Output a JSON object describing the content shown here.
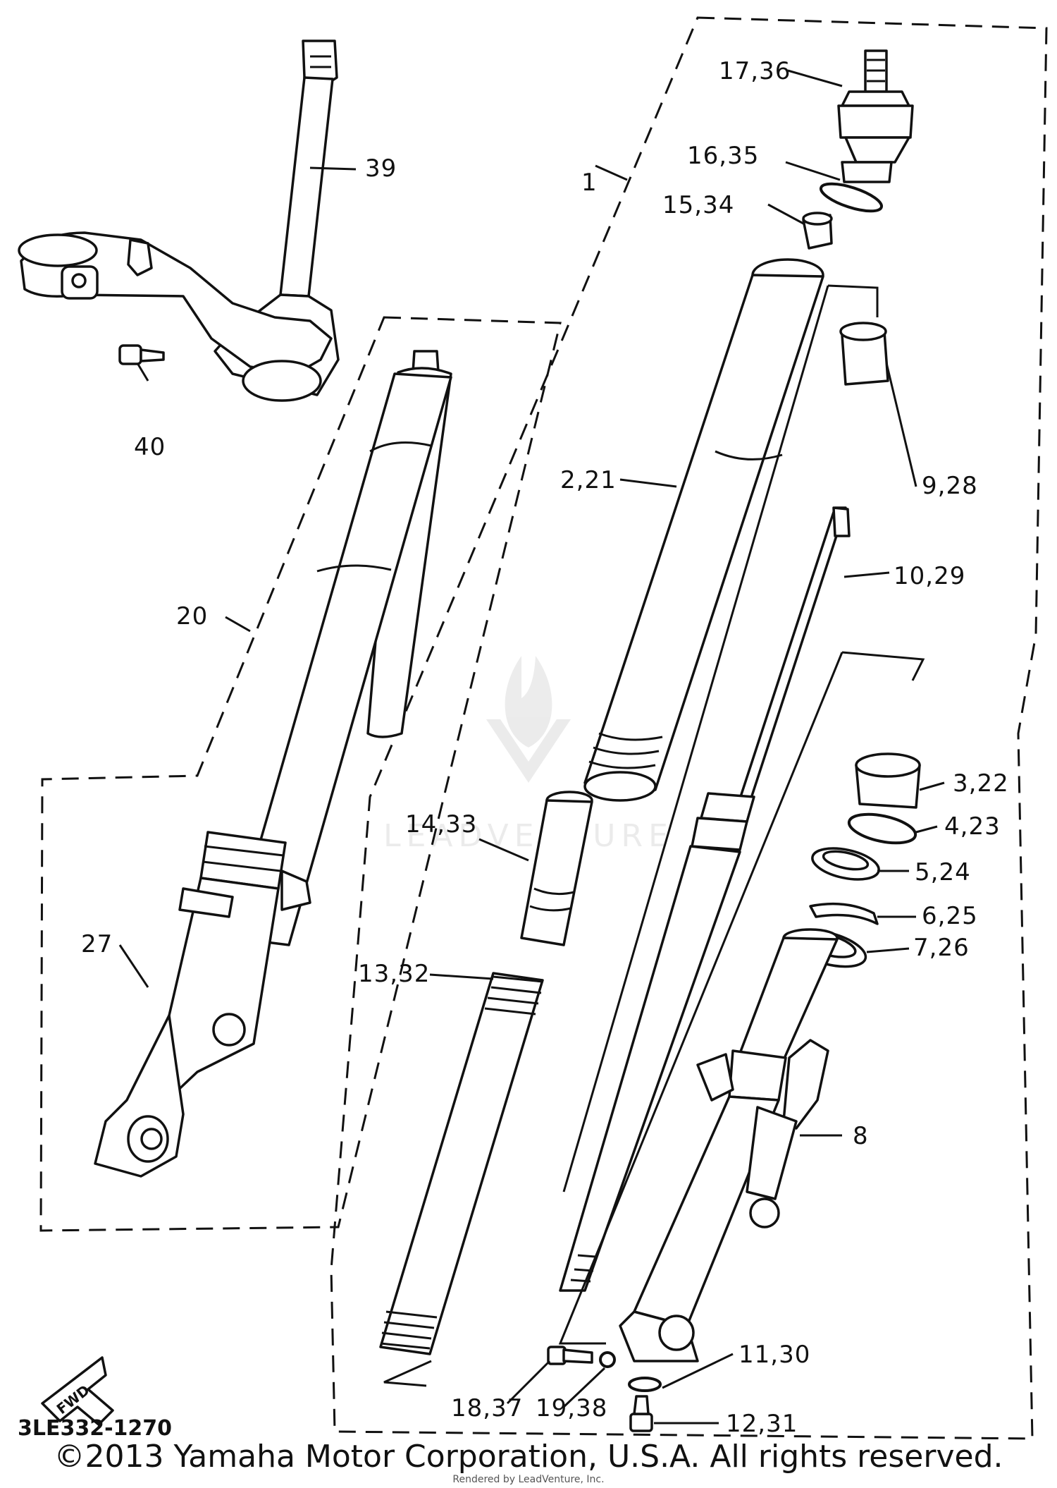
{
  "diagram": {
    "code": "3LE332-1270",
    "fwd_badge": "FWD",
    "watermark": "LEADVENTURE"
  },
  "callouts": [
    {
      "id": "c1",
      "text": "1"
    },
    {
      "id": "c39",
      "text": "39"
    },
    {
      "id": "c40",
      "text": "40"
    },
    {
      "id": "c20",
      "text": "20"
    },
    {
      "id": "c27",
      "text": "27"
    },
    {
      "id": "c17",
      "text": "17,36"
    },
    {
      "id": "c16",
      "text": "16,35"
    },
    {
      "id": "c15",
      "text": "15,34"
    },
    {
      "id": "c2",
      "text": "2,21"
    },
    {
      "id": "c9",
      "text": "9,28"
    },
    {
      "id": "c10",
      "text": "10,29"
    },
    {
      "id": "c3",
      "text": "3,22"
    },
    {
      "id": "c4",
      "text": "4,23"
    },
    {
      "id": "c5",
      "text": "5,24"
    },
    {
      "id": "c6",
      "text": "6,25"
    },
    {
      "id": "c7",
      "text": "7,26"
    },
    {
      "id": "c14",
      "text": "14,33"
    },
    {
      "id": "c13",
      "text": "13,32"
    },
    {
      "id": "c8",
      "text": "8"
    },
    {
      "id": "c11",
      "text": "11,30"
    },
    {
      "id": "c12",
      "text": "12,31"
    },
    {
      "id": "c18",
      "text": "18,37"
    },
    {
      "id": "c19",
      "text": "19,38"
    }
  ],
  "footer": {
    "copyright": "©2013 Yamaha Motor Corporation, U.S.A. All rights reserved.",
    "rendered_by": "Rendered by LeadVenture, Inc."
  }
}
